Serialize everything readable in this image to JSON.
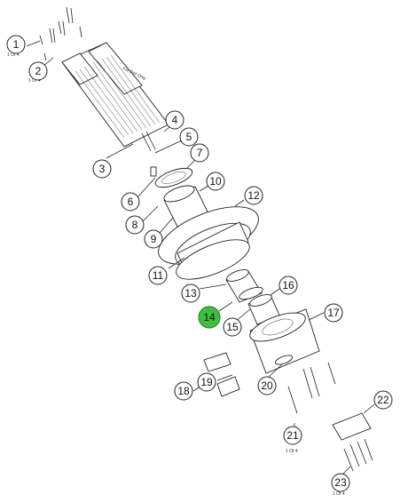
{
  "diagram": {
    "highlight_color": "#3fbf3f",
    "ref_note": "For Ref Only",
    "qty_note_1": "1 Of 4",
    "qty_note_2": "1 Of 4",
    "qty_note_21": "1 Of 4",
    "qty_note_23": "1 Of 4",
    "callouts": [
      {
        "id": "1",
        "label": "1",
        "highlighted": false
      },
      {
        "id": "2",
        "label": "2",
        "highlighted": false
      },
      {
        "id": "3",
        "label": "3",
        "highlighted": false
      },
      {
        "id": "4",
        "label": "4",
        "highlighted": false
      },
      {
        "id": "5",
        "label": "5",
        "highlighted": false
      },
      {
        "id": "6",
        "label": "6",
        "highlighted": false
      },
      {
        "id": "7",
        "label": "7",
        "highlighted": false
      },
      {
        "id": "8",
        "label": "8",
        "highlighted": false
      },
      {
        "id": "9",
        "label": "9",
        "highlighted": false
      },
      {
        "id": "10",
        "label": "10",
        "highlighted": false
      },
      {
        "id": "11",
        "label": "11",
        "highlighted": false
      },
      {
        "id": "12",
        "label": "12",
        "highlighted": false
      },
      {
        "id": "13",
        "label": "13",
        "highlighted": false
      },
      {
        "id": "14",
        "label": "14",
        "highlighted": true
      },
      {
        "id": "15",
        "label": "15",
        "highlighted": false
      },
      {
        "id": "16",
        "label": "16",
        "highlighted": false
      },
      {
        "id": "17",
        "label": "17",
        "highlighted": false
      },
      {
        "id": "18",
        "label": "18",
        "highlighted": false
      },
      {
        "id": "19",
        "label": "19",
        "highlighted": false
      },
      {
        "id": "20",
        "label": "20",
        "highlighted": false
      },
      {
        "id": "21",
        "label": "21",
        "highlighted": false
      },
      {
        "id": "22",
        "label": "22",
        "highlighted": false
      },
      {
        "id": "23",
        "label": "23",
        "highlighted": false
      }
    ]
  }
}
